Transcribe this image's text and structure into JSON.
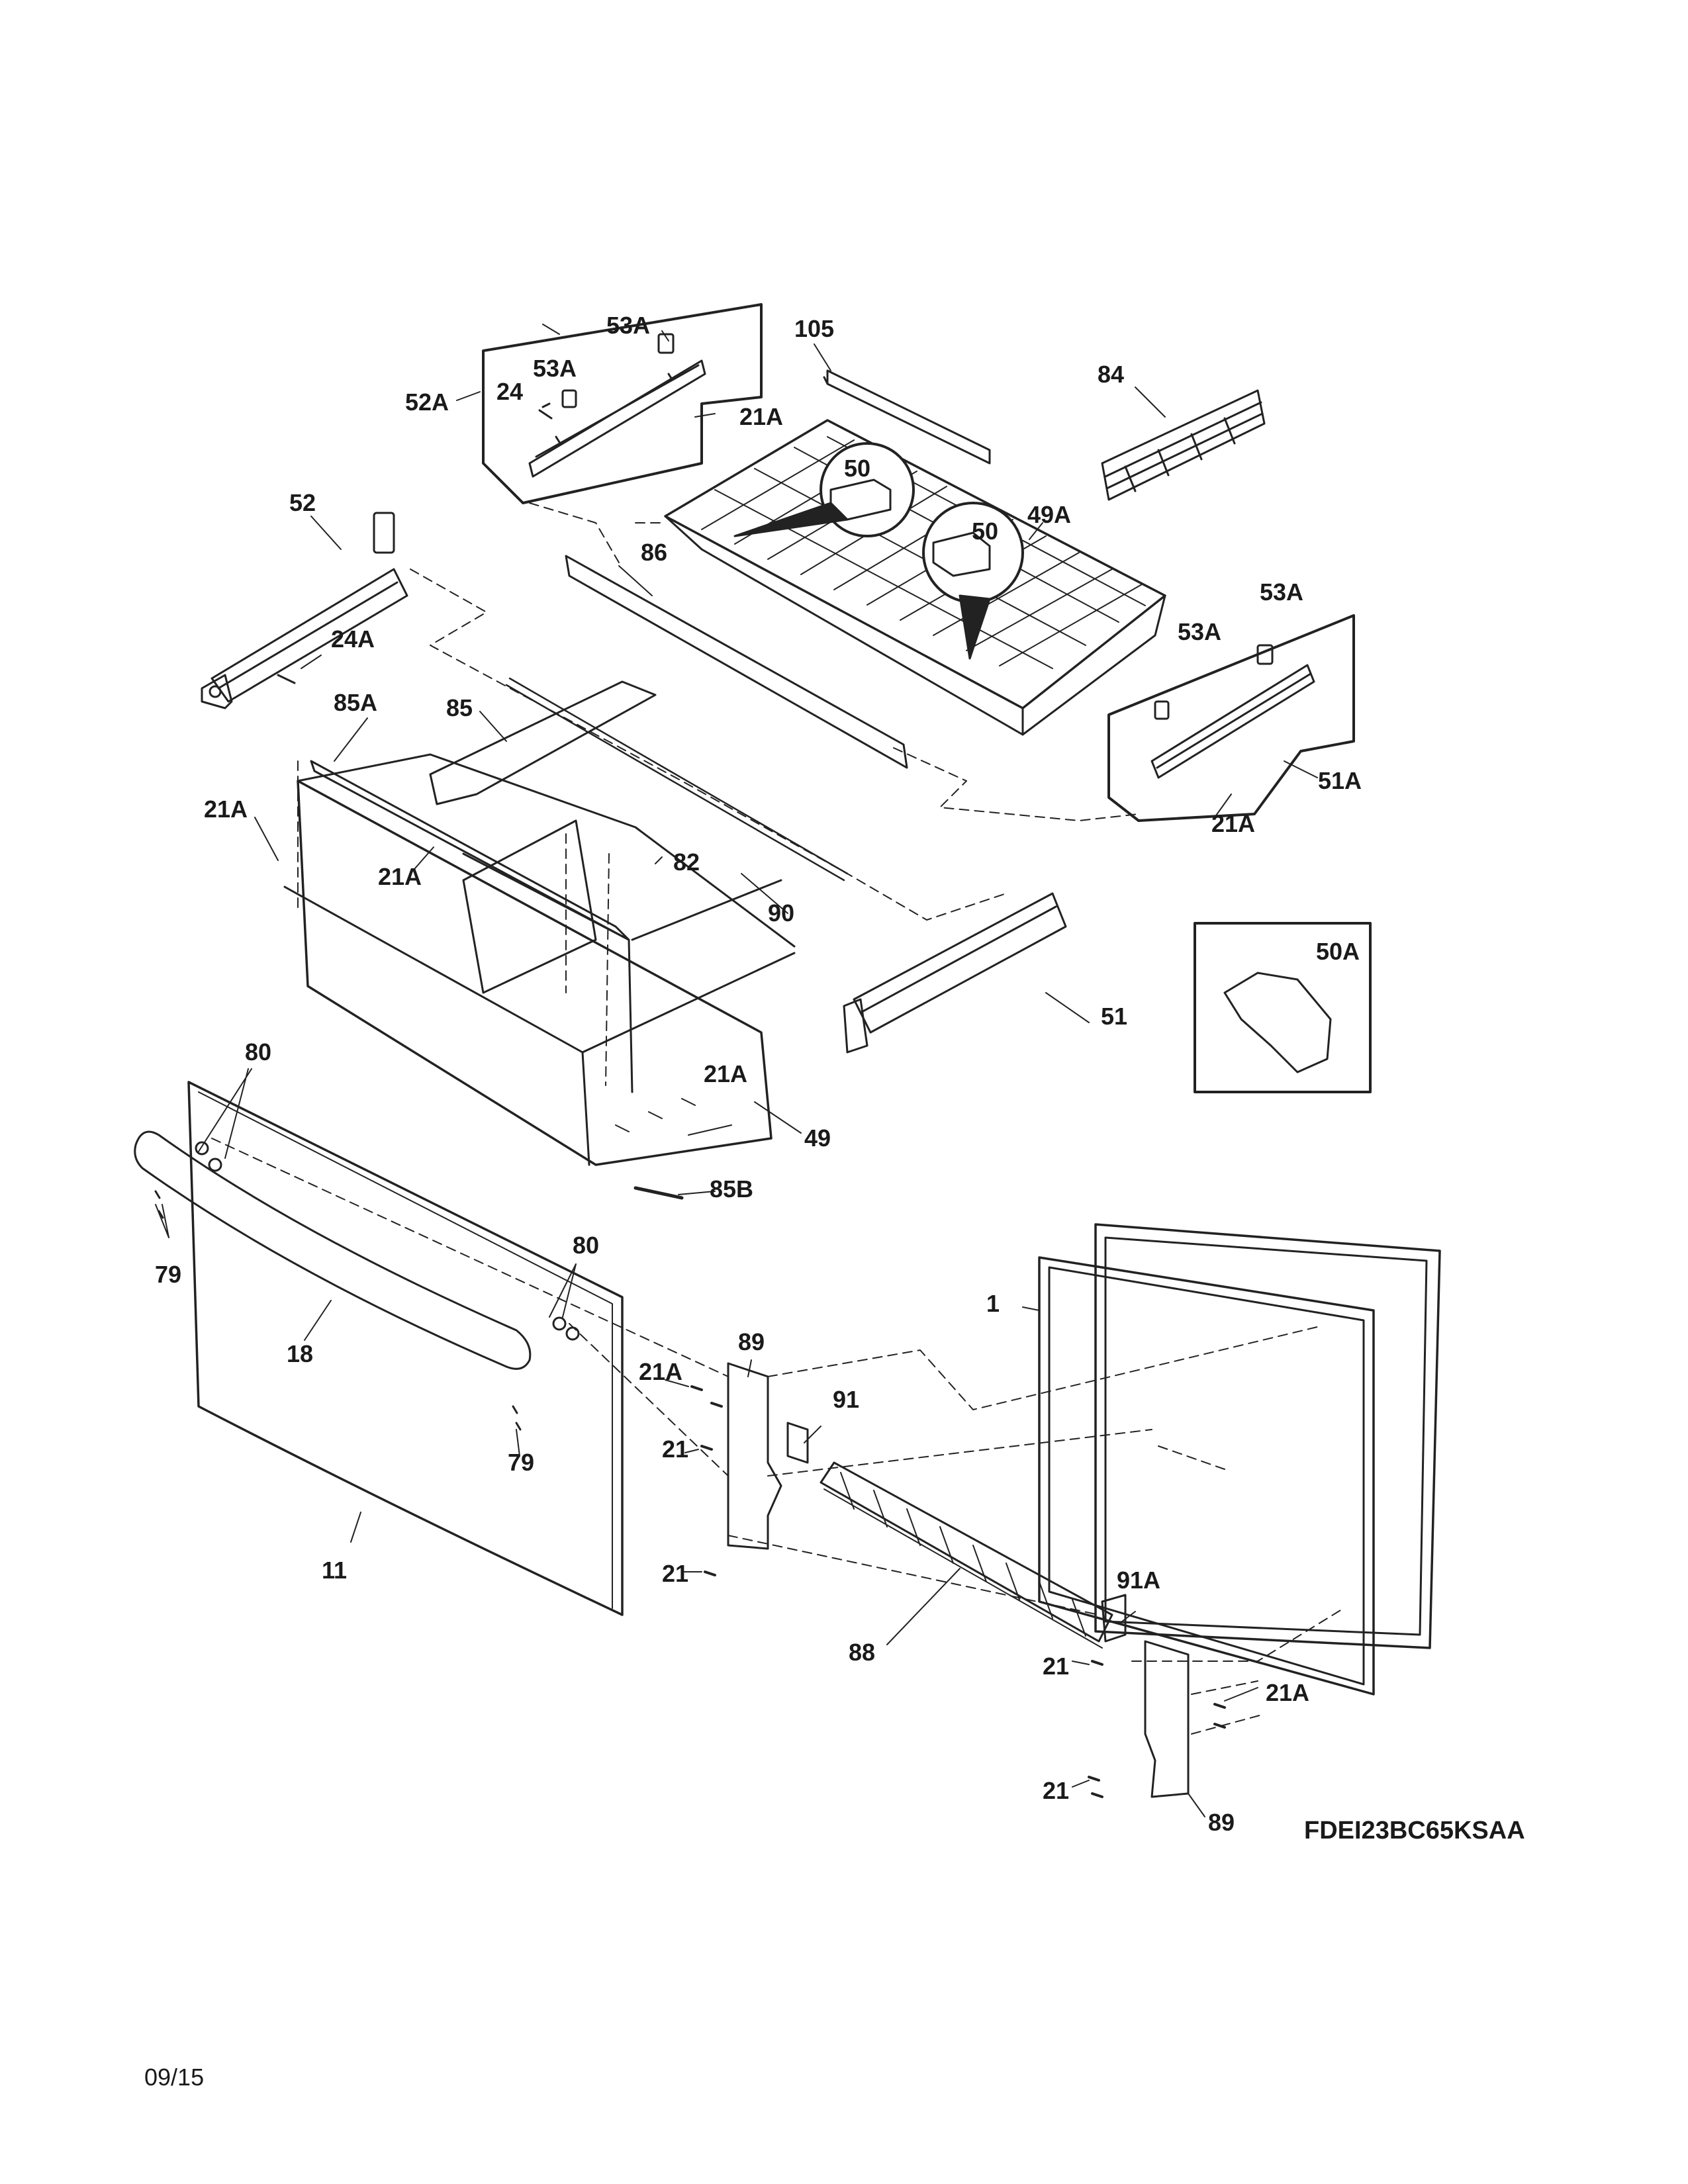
{
  "model_number": "FDEI23BC65KSAA",
  "date_code": "09/15",
  "callouts": {
    "c1": "1",
    "c11": "11",
    "c18": "18",
    "c21a": "21",
    "c21b": "21",
    "c21c": "21",
    "c21d": "21",
    "c21A_a": "21A",
    "c21A_b": "21A",
    "c21A_c": "21A",
    "c21A_d": "21A",
    "c21A_e": "21A",
    "c21A_f": "21A",
    "c21A_g": "21A",
    "c24": "24",
    "c24A": "24A",
    "c49": "49",
    "c49A": "49A",
    "c50a": "50",
    "c50b": "50",
    "c50A": "50A",
    "c51": "51",
    "c51A": "51A",
    "c52": "52",
    "c52A": "52A",
    "c53A_a": "53A",
    "c53A_b": "53A",
    "c53A_c": "53A",
    "c53A_d": "53A",
    "c79a": "79",
    "c79b": "79",
    "c80a": "80",
    "c80b": "80",
    "c82": "82",
    "c84": "84",
    "c85": "85",
    "c85A": "85A",
    "c85B": "85B",
    "c86": "86",
    "c88": "88",
    "c89a": "89",
    "c89b": "89",
    "c90": "90",
    "c91": "91",
    "c91A": "91A",
    "c105": "105"
  }
}
